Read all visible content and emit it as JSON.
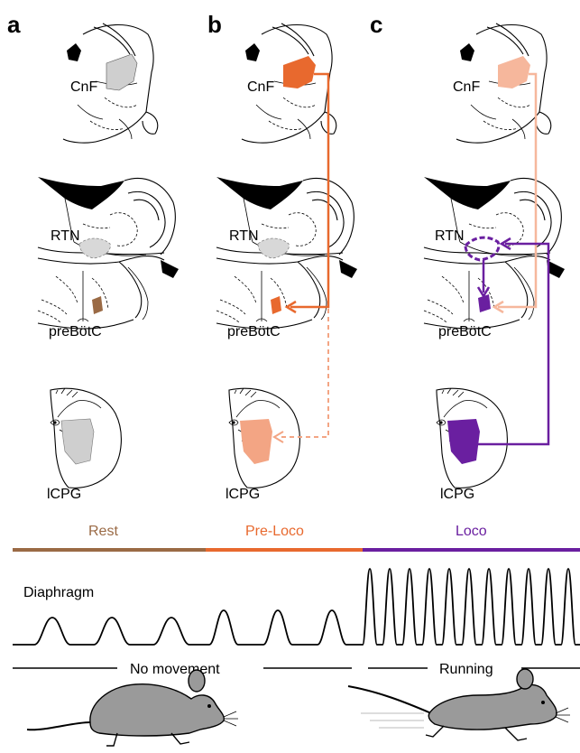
{
  "panels": [
    {
      "letter": "a",
      "phase": "Rest",
      "phase_color": "#9a6a45"
    },
    {
      "letter": "b",
      "phase": "Pre-Loco",
      "phase_color": "#e8692e"
    },
    {
      "letter": "c",
      "phase": "Loco",
      "phase_color": "#6a1fa0"
    }
  ],
  "regions": {
    "cnf": "CnF",
    "rtn": "RTN",
    "prebotc": "preBötC",
    "lcpg": "lCPG"
  },
  "colors": {
    "rest": "#9a6a45",
    "preloco": "#e8692e",
    "preloco_light": "#f3a584",
    "loco": "#6a1fa0",
    "loco_light": "#f6b79c",
    "grey_fill": "#cfcfcf",
    "mouse": "#9a9a9a"
  },
  "trace": {
    "label": "Diaphragm"
  },
  "behavior": {
    "rest_label": "No movement",
    "loco_label": "Running"
  },
  "icons": [
    "mouse-resting-icon",
    "mouse-running-icon"
  ]
}
